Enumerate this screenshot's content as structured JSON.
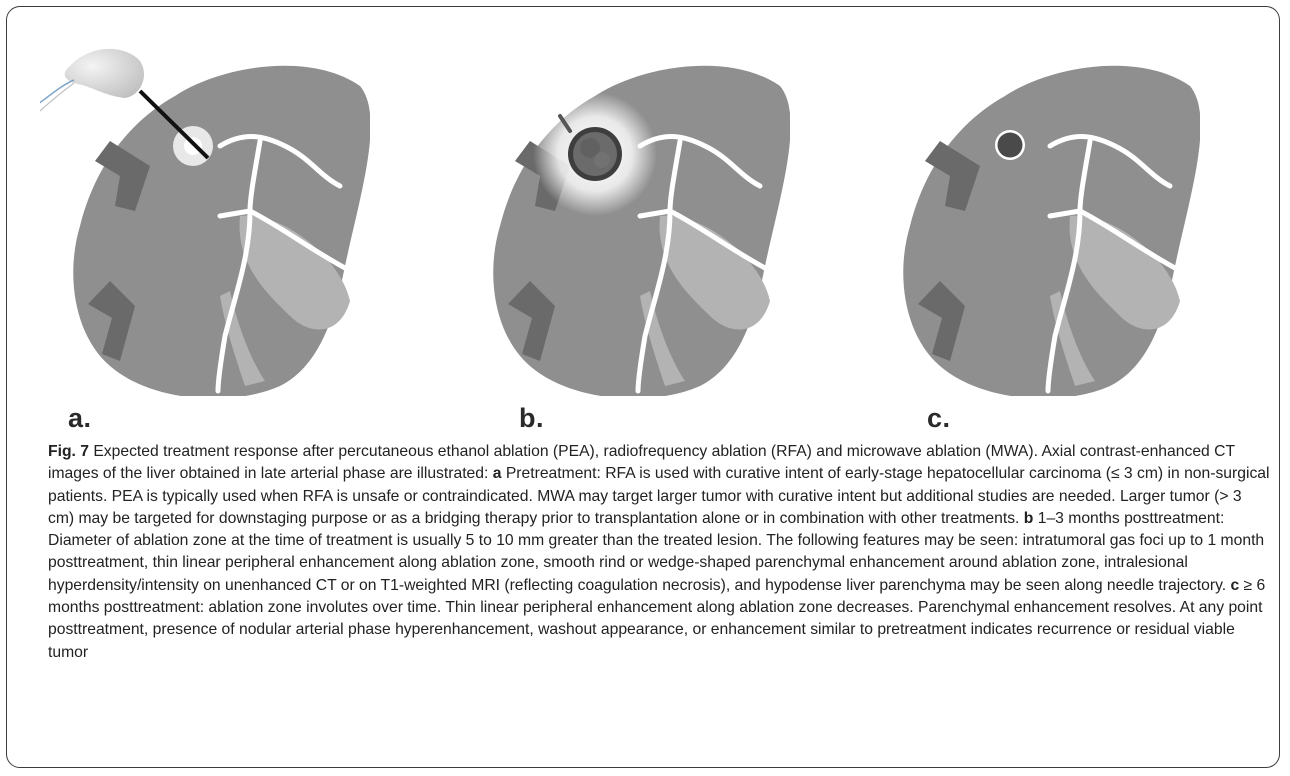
{
  "figure": {
    "panels": [
      {
        "label": "a."
      },
      {
        "label": "b."
      },
      {
        "label": "c."
      }
    ],
    "caption": {
      "fig_label": "Fig. 7",
      "intro": " Expected treatment response after percutaneous ethanol ablation (PEA), radiofrequency ablation (RFA) and microwave ablation (MWA). Axial contrast-enhanced CT images of the liver obtained in late arterial phase are illustrated: ",
      "a_key": "a",
      "a_text": " Pretreatment: RFA is used with curative intent of early-stage hepatocellular carcinoma (≤ 3 cm) in non-surgical patients. PEA is typically used when RFA is unsafe or contraindicated. MWA may target larger tumor with curative intent but additional studies are needed. Larger tumor (> 3 cm) may be targeted for downstaging purpose or as a bridging therapy prior to transplantation alone or in combination with other treatments. ",
      "b_key": "b",
      "b_text": " 1–3 months posttreatment: Diameter of ablation zone at the time of treatment is usually 5 to 10 mm greater than the treated lesion. The following features may be seen: intratumoral gas foci up to 1 month posttreatment, thin linear peripheral enhancement along ablation zone, smooth rind or wedge-shaped parenchymal enhancement around ablation zone, intralesional hyperdensity/intensity on unenhanced CT or on T1-weighted MRI (reflecting coagulation necrosis), and hypodense liver parenchyma may be seen along needle trajectory. ",
      "c_key": "c",
      "c_text": " ≥ 6 months posttreatment: ablation zone involutes over time. Thin linear peripheral enhancement along ablation zone decreases. Parenchymal enhancement resolves. At any point posttreatment, presence of nodular arterial phase hyperenhancement, washout appearance, or enhancement similar to pretreatment indicates recurrence or residual viable tumor"
    }
  },
  "colors": {
    "liver": "#8f8f8f",
    "lobe_light": "#b3b3b3",
    "vessel_dark": "#6a6a6a",
    "portal_white": "#ffffff",
    "tumor": "#555555",
    "text": "#222222"
  }
}
